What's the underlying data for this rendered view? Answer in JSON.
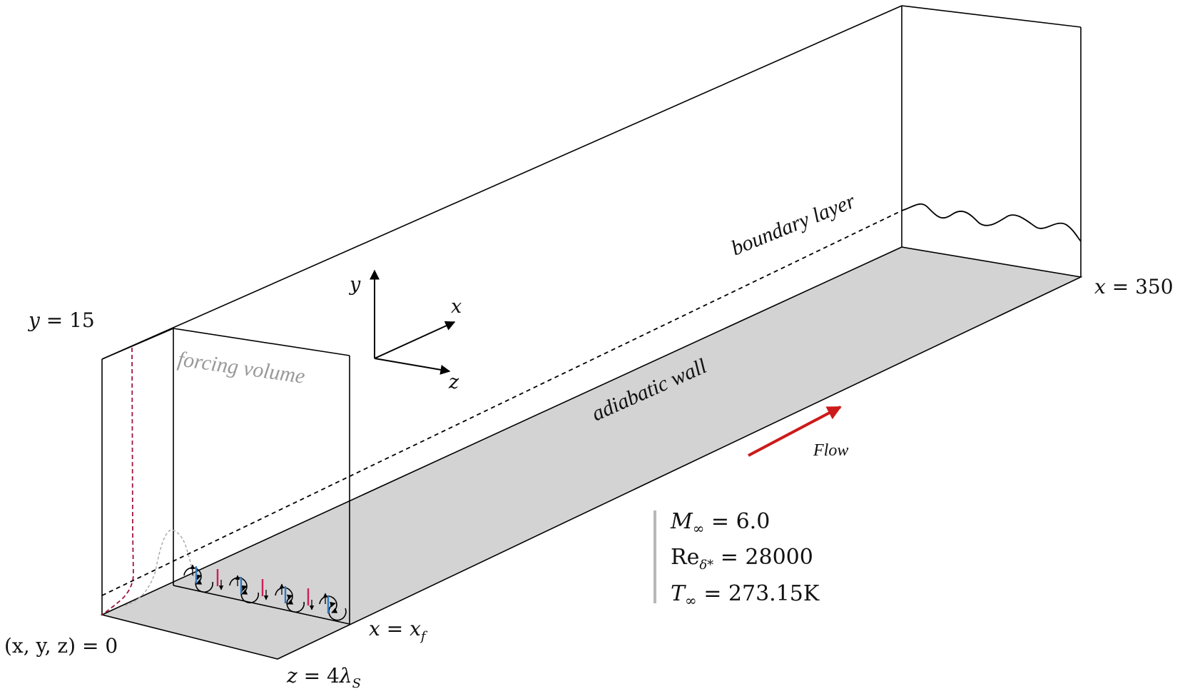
{
  "labels": {
    "y_top": {
      "var": "y",
      "eq": " = ",
      "val": "15"
    },
    "origin": {
      "text": "(x, y, z) = 0"
    },
    "z_end": {
      "var": "z",
      "eq": " = 4",
      "lam": "λ",
      "sub": "S"
    },
    "x_force": {
      "var": "x",
      "eq": " = ",
      "val": "x",
      "sub": "f"
    },
    "x_end": {
      "var": "x",
      "eq": " = ",
      "val": "350"
    },
    "forcing_volume": "forcing volume",
    "boundary_layer": "boundary layer",
    "adiabatic_wall": "adiabatic wall",
    "flow": "Flow"
  },
  "axes": {
    "y": "y",
    "x": "x",
    "z": "z"
  },
  "parameters": {
    "mach": {
      "sym": "M",
      "sub": "∞",
      "eq": " = 6.0"
    },
    "reynolds": {
      "sym": "Re",
      "sub": "δ*",
      "eq": " = 28000"
    },
    "temperature": {
      "sym": "T",
      "sub": "∞",
      "eq": " = 273.15K"
    }
  },
  "colors": {
    "wall_fill": "#d3d3d3",
    "flow_arrow": "#cc1a1a",
    "profile_line": "#a0163c",
    "forcing_gray": "#aaaaaa",
    "magenta_mark": "#cc1f5c",
    "blue_mark": "#2f78c0",
    "legend_bar": "#b8b8b8"
  }
}
